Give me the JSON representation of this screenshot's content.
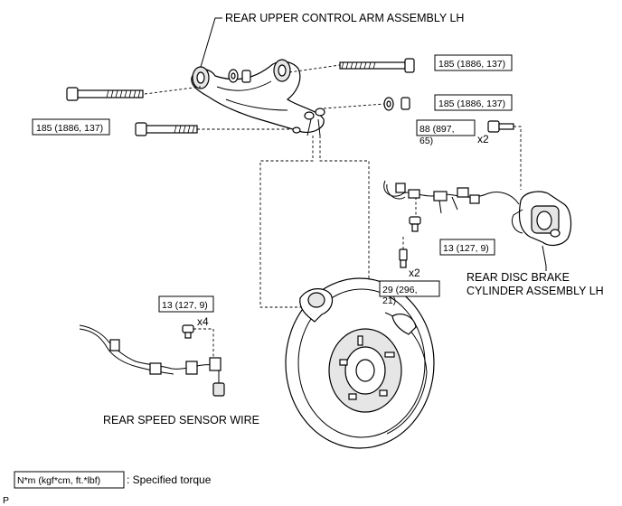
{
  "labels": {
    "upper_arm": "REAR UPPER CONTROL ARM ASSEMBLY LH",
    "brake_cyl_line1": "REAR DISC BRAKE",
    "brake_cyl_line2": "CYLINDER ASSEMBLY LH",
    "speed_sensor": "REAR SPEED SENSOR WIRE"
  },
  "torques": {
    "arm_top_right": "185 (1886, 137)",
    "arm_mid_right": "185 (1886, 137)",
    "arm_left": "185 (1886, 137)",
    "caliper_line1": "88 (897,",
    "caliper_line2": "65)",
    "caliper_qty": "x2",
    "bracket": "13 (127, 9)",
    "hub_line1": "29 (296,",
    "hub_line2": "21)",
    "hub_qty": "x2",
    "sensor_clamp": "13 (127, 9)",
    "sensor_qty": "x4"
  },
  "legend": {
    "units": "N*m (kgf*cm, ft.*lbf)",
    "meaning": ": Specified torque"
  },
  "corner_mark": "P"
}
